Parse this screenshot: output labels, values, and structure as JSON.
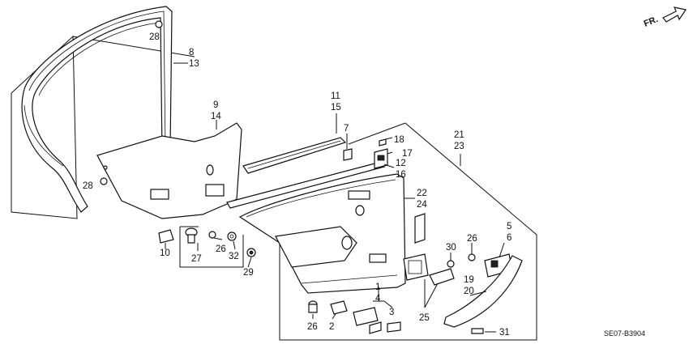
{
  "direction_label": "FR.",
  "diagram_code": "SE07-B3904",
  "callouts": {
    "c28a": "28",
    "c28b": "28",
    "c8": "8",
    "c13": "13",
    "c9": "9",
    "c14": "14",
    "c11": "11",
    "c15": "15",
    "c7": "7",
    "c21": "21",
    "c23": "23",
    "c18": "18",
    "c17": "17",
    "c12": "12",
    "c16": "16",
    "c22": "22",
    "c24": "24",
    "c10": "10",
    "c27": "27",
    "c26a": "26",
    "c32": "32",
    "c29": "29",
    "c30": "30",
    "c26b": "26",
    "c5": "5",
    "c6": "6",
    "c19": "19",
    "c20": "20",
    "c25": "25",
    "c1": "1",
    "c4": "4",
    "c3": "3",
    "c26c": "26",
    "c2": "2",
    "c31": "31"
  }
}
